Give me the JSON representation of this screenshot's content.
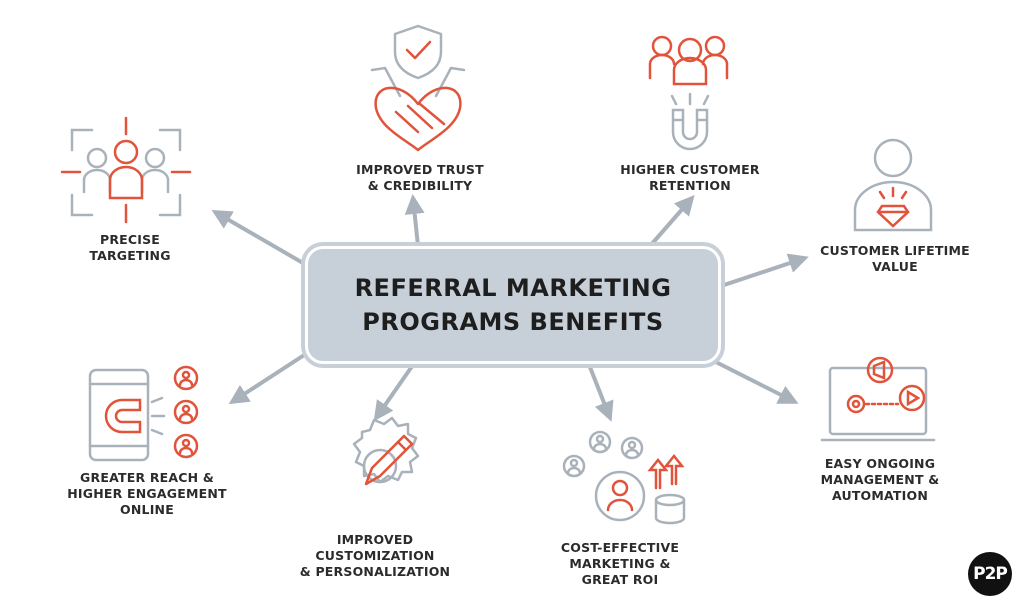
{
  "center_title": "REFERRAL MARKETING\nPROGRAMS BENEFITS",
  "nodes": {
    "precise_targeting": "PRECISE\nTARGETING",
    "improved_trust": "IMPROVED TRUST\n& CREDIBILITY",
    "higher_retention": "HIGHER CUSTOMER\nRETENTION",
    "customer_lifetime": "CUSTOMER LIFETIME\nVALUE",
    "greater_reach": "GREATER REACH &\nHIGHER ENGAGEMENT\nONLINE",
    "improved_customization": "IMPROVED\nCUSTOMIZATION\n& PERSONALIZATION",
    "cost_effective": "COST-EFFECTIVE\nMARKETING &\nGREAT ROI",
    "easy_management": "EASY ONGOING\nMANAGEMENT &\nAUTOMATION"
  },
  "logo_text": "P2P",
  "colors": {
    "accent": "#e1533a",
    "gray": "#a9b1bb",
    "center_fill": "#c7d0d9",
    "text": "#2b2b2b"
  },
  "icons": [
    "target-people-icon",
    "shield-handshake-heart-icon",
    "magnet-people-icon",
    "person-diamond-icon",
    "phone-magnet-icon",
    "gear-pencil-icon",
    "roi-people-coins-icon",
    "laptop-automation-icon"
  ]
}
